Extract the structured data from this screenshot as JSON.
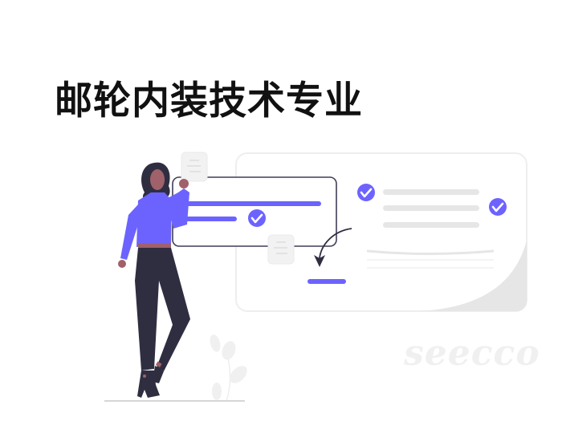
{
  "title": "邮轮内装技术专业",
  "watermark": "seecco",
  "colors": {
    "accent": "#6c63ff",
    "dark": "#2f2e41",
    "skin": "#a0616a",
    "light_gray": "#e6e6e6",
    "panel_border": "#eeeeee",
    "card_border": "#3f3d56"
  },
  "illustration": {
    "description": "Woman standing beside document cards with checkmarks and an arrow",
    "checkmarks": 3,
    "icons": [
      "check-icon",
      "check-icon",
      "check-icon",
      "document-icon",
      "document-icon",
      "arrow-icon",
      "plant-icon"
    ]
  }
}
